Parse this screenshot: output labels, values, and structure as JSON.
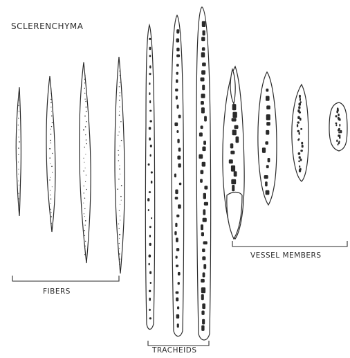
{
  "diagram": {
    "title": "SCLERENCHYMA",
    "groups": [
      {
        "id": "fibers",
        "label": "FIBERS"
      },
      {
        "id": "tracheids",
        "label": "TRACHEIDS"
      },
      {
        "id": "vessel_members",
        "label": "VESSEL MEMBERS"
      }
    ]
  }
}
